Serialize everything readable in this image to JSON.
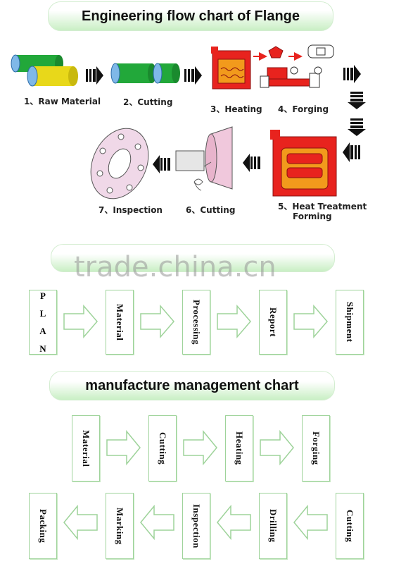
{
  "titles": {
    "engineering": "Engineering flow chart of Flange",
    "management": "manufacture management chart"
  },
  "watermark": "trade.china.cn",
  "engineering_steps": [
    "1、Raw Material",
    "2、Cutting",
    "3、Heating",
    "4、Forging",
    "5、Heat Treatment",
    "Forming",
    "6、Cutting",
    "7、Inspection"
  ],
  "process_row": [
    "PLAN",
    "Material",
    "Processing",
    "Report",
    "Shipment"
  ],
  "plan_letters": [
    "P",
    "L",
    "A",
    "N"
  ],
  "management_row1": [
    "Material",
    "Cutting",
    "Heating",
    "Forging"
  ],
  "management_row2": [
    "Packing",
    "Marking",
    "Inspection",
    "Drilling",
    "Cutting"
  ],
  "colors": {
    "box_border": "#9ed39a",
    "banner_green": "#c9efc4",
    "raw_green": "#22a83a",
    "raw_yellow": "#e8d81a",
    "pipe_blue": "#7fb8e8",
    "furnace_red": "#e8231e",
    "furnace_orange": "#f29a1c"
  }
}
